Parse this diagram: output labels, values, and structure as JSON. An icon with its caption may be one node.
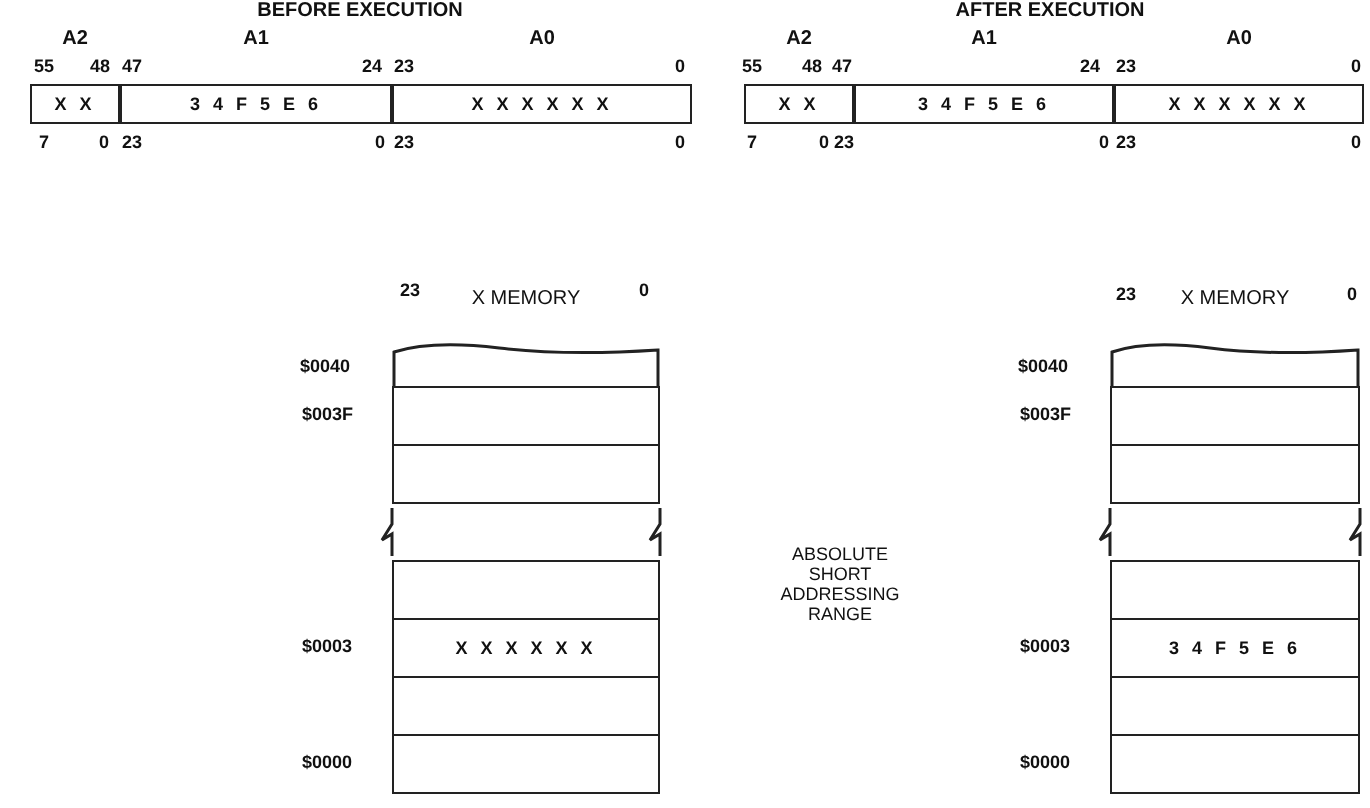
{
  "diagram": {
    "nodes": [
      {
        "text": [
          "A2",
          "X X"
        ]
      },
      {
        "text": [
          "A1",
          "3 4 F 5 E 6"
        ]
      },
      {
        "text": [
          "A0",
          "X X X X X X"
        ]
      },
      {
        "text": [
          "A2",
          "X X"
        ]
      },
      {
        "text": [
          "A1",
          "3 4 F 5 E 6"
        ]
      },
      {
        "text": [
          "A0",
          "X X X X X X"
        ]
      },
      {
        "text": [
          "X MEMORY"
        ]
      },
      {
        "text": [],
        "shape": "box",
        "in": 6,
        "beside": [
          "$0040"
        ]
      },
      {
        "text": [],
        "shape": "box",
        "in": 6,
        "beside": [
          "$003F"
        ]
      },
      {
        "text": [],
        "shape": "box",
        "in": 6
      },
      {
        "text": [],
        "shape": "box",
        "in": 6
      },
      {
        "text": [],
        "shape": "box",
        "in": 6
      },
      {
        "text": [
          "X X X X X X"
        ],
        "in": 6,
        "beside": [
          "$0003"
        ]
      },
      {
        "text": [],
        "shape": "box",
        "in": 6
      },
      {
        "text": [],
        "shape": "box",
        "in": 6,
        "beside": [
          "$0000"
        ]
      },
      {
        "text": [
          "X MEMORY"
        ]
      },
      {
        "text": [],
        "shape": "box",
        "in": 15,
        "beside": [
          "$0040"
        ]
      },
      {
        "text": [],
        "shape": "box",
        "in": 15,
        "beside": [
          "$003F"
        ]
      },
      {
        "text": [],
        "shape": "box",
        "in": 15
      },
      {
        "text": [],
        "shape": "box",
        "in": 15
      },
      {
        "text": [],
        "shape": "box",
        "in": 15
      },
      {
        "text": [
          "3 4 F 5 E 6"
        ],
        "in": 15,
        "beside": [
          "$0003"
        ]
      },
      {
        "text": [],
        "shape": "box",
        "in": 15
      },
      {
        "text": [],
        "shape": "box",
        "in": 15,
        "beside": [
          "$0000"
        ]
      }
    ],
    "labels": [
      "BEFORE EXECUTION",
      "AFTER EXECUTION",
      "55",
      "48",
      "47",
      "24",
      "23",
      "0",
      "55",
      "48",
      "47",
      "24",
      "23",
      "0",
      "7",
      "0",
      "23",
      "0",
      "23",
      "0",
      "7",
      "0",
      "23",
      "0",
      "23",
      "0",
      "23",
      "0",
      "ABSOLUTE SHORT ADDRESSING RANGE",
      "23",
      "0"
    ]
  }
}
